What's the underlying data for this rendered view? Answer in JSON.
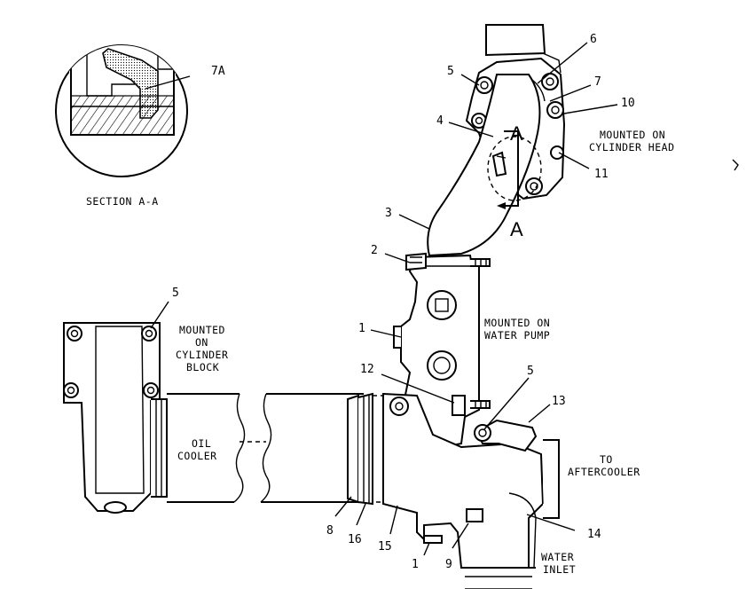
{
  "callouts": [
    {
      "id": "c-6",
      "text": "6"
    },
    {
      "id": "c-5-top",
      "text": "5"
    },
    {
      "id": "c-7",
      "text": "7"
    },
    {
      "id": "c-10",
      "text": "10"
    },
    {
      "id": "c-4",
      "text": "4"
    },
    {
      "id": "c-11",
      "text": "11"
    },
    {
      "id": "c-3",
      "text": "3"
    },
    {
      "id": "c-2",
      "text": "2"
    },
    {
      "id": "c-5-left",
      "text": "5"
    },
    {
      "id": "c-1-mid",
      "text": "1"
    },
    {
      "id": "c-12",
      "text": "12"
    },
    {
      "id": "c-5-mid",
      "text": "5"
    },
    {
      "id": "c-13",
      "text": "13"
    },
    {
      "id": "c-8",
      "text": "8"
    },
    {
      "id": "c-16",
      "text": "16"
    },
    {
      "id": "c-15",
      "text": "15"
    },
    {
      "id": "c-1-bottom",
      "text": "1"
    },
    {
      "id": "c-9",
      "text": "9"
    },
    {
      "id": "c-14",
      "text": "14"
    },
    {
      "id": "c-7a",
      "text": "7A"
    }
  ],
  "section_markers": {
    "upper": "A",
    "lower": "A"
  },
  "section_caption": "SECTION A-A",
  "notes": {
    "cylinder_head": [
      "MOUNTED ON",
      "CYLINDER HEAD"
    ],
    "cylinder_block": [
      "MOUNTED",
      "ON",
      "CYLINDER",
      "BLOCK"
    ],
    "water_pump": [
      "MOUNTED ON",
      "WATER PUMP"
    ],
    "oil_cooler": [
      "OIL",
      "COOLER"
    ],
    "aftercooler": [
      "TO",
      "AFTERCOOLER"
    ],
    "water_inlet": [
      "WATER",
      "INLET"
    ]
  }
}
